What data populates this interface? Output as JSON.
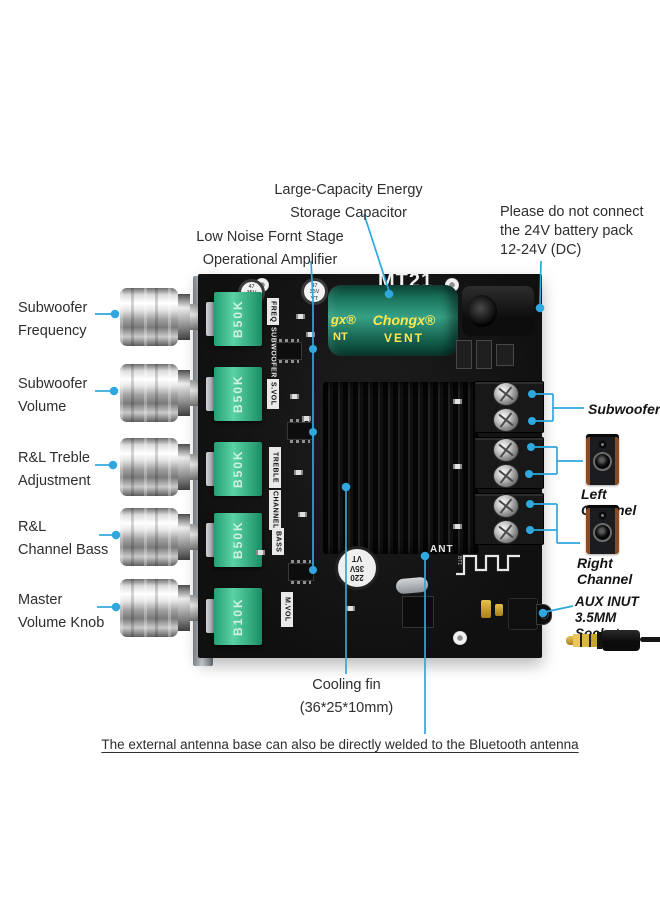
{
  "colors": {
    "leader_line": "#2EA8DE",
    "pcb_black": "#131313",
    "pot_green": "#3CB98B",
    "capacitor_text_yellow": "#FFE84D",
    "panel_silver": "#C7CCD1"
  },
  "annotations": {
    "top_capacitor": "Large-Capacity Energy\nStorage Capacitor",
    "top_opamp": "Low Noise Fornt Stage\nOperational Amplifier",
    "top_power": "Please do not connect\nthe 24V battery pack\n12-24V (DC)",
    "left": [
      "Subwoofer\nFrequency",
      "Subwoofer\nVolume",
      "R&L Treble\nAdjustment",
      "R&L\nChannel Bass",
      "Master\nVolume Knob"
    ],
    "right_subwoofer": "Subwoofer",
    "right_left_channel": "Left Channel",
    "right_right_channel": "Right Channel",
    "right_aux": "AUX INUT\n3.5MM Socket",
    "bottom_cooling": "Cooling fin\n(36*25*10mm)",
    "bottom_note": "The external antenna base can also be directly welded to the Bluetooth antenna"
  },
  "board": {
    "model": "MT21",
    "small_cap_label": "47\n35V\nVT",
    "big_cap": {
      "brand": "Chongx®",
      "vent": "VENT",
      "partial_top": "gx®",
      "partial_bottom": "NT"
    },
    "pots": [
      "B50K",
      "B50K",
      "B50K",
      "B50K",
      "B10K"
    ],
    "silk": {
      "freq": "FREQ",
      "subwoofer": "SUBWOOFER",
      "s_vol": "S.VOL",
      "treble": "TREBLE",
      "channel": "CHANNEL",
      "bass": "BASS",
      "m_vol": "M.VOL"
    },
    "ant": "ANT",
    "bt": "BT1",
    "bottom_cap_label": "220\n35V\nVT"
  }
}
